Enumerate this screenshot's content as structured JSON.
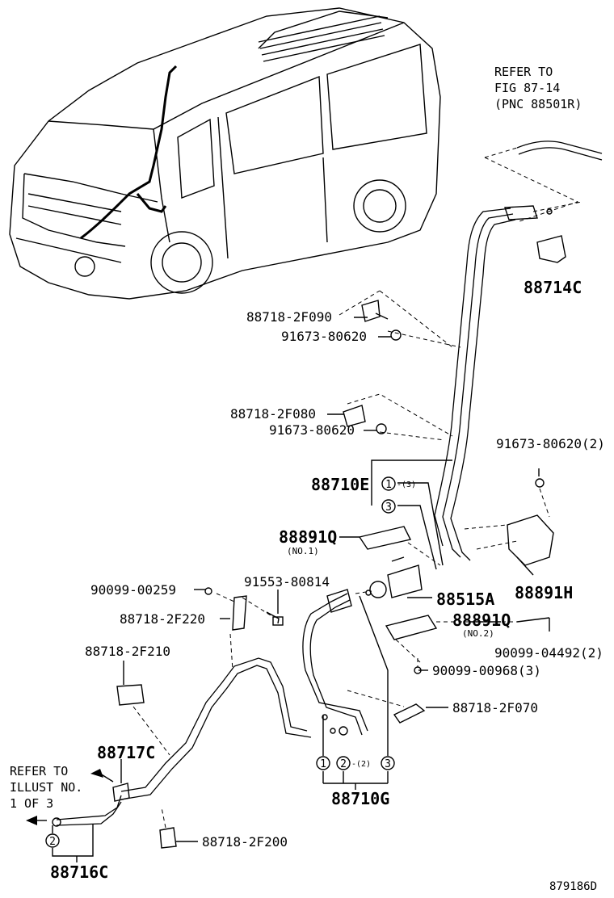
{
  "refer_top": [
    "REFER TO",
    "FIG 87-14",
    "(PNC 88501R)"
  ],
  "refer_bottom": [
    "REFER TO",
    "ILLUST NO.",
    "1 OF 3"
  ],
  "parts": {
    "p88714C": "88714C",
    "p88718_2F090": "88718-2F090",
    "p91673_80620_a": "91673-80620",
    "p88718_2F080": "88718-2F080",
    "p91673_80620_b": "91673-80620",
    "p91673_80620_2": "91673-80620(2)",
    "p88710E": "88710E",
    "p88891Q_1": "88891Q",
    "no1": "(NO.1)",
    "p90099_00259": "90099-00259",
    "p91553_80814": "91553-80814",
    "p88515A": "88515A",
    "p88891H": "88891H",
    "p88718_2F220": "88718-2F220",
    "p88891Q_2": "88891Q",
    "no2": "(NO.2)",
    "p90099_04492": "90099-04492(2)",
    "p88718_2F210": "88718-2F210",
    "p90099_00968": "90099-00968(3)",
    "p88718_2F070": "88718-2F070",
    "p88717C": "88717C",
    "p88710G": "88710G",
    "p88718_2F200": "88718-2F200",
    "p88716C": "88716C"
  },
  "callouts": {
    "c1": "1",
    "c2": "2",
    "c3": "3",
    "qty3": "-(3)",
    "qty2": "-(2)"
  },
  "figure_code": "879186D"
}
